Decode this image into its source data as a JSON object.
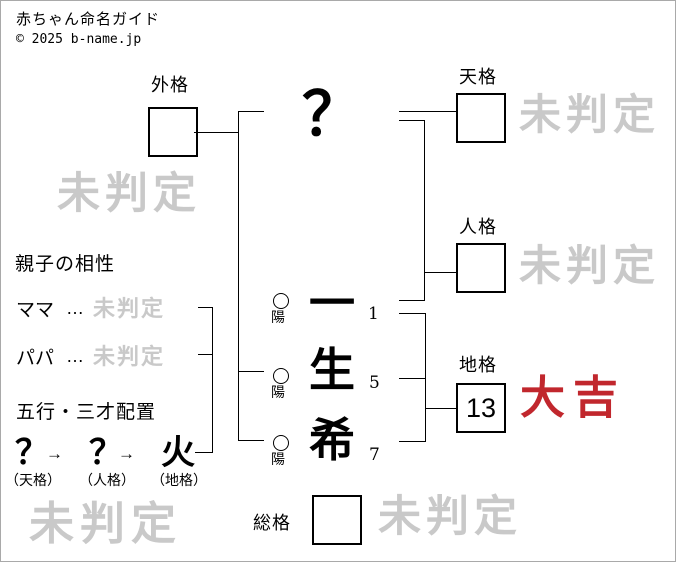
{
  "header": {
    "title": "赤ちゃん命名ガイド",
    "copyright": "© 2025 b-name.jp"
  },
  "surname": {
    "placeholder": "？"
  },
  "name_chars": [
    {
      "char": "一",
      "strokes": "1",
      "yin_yang": "陽"
    },
    {
      "char": "生",
      "strokes": "5",
      "yin_yang": "陽"
    },
    {
      "char": "希",
      "strokes": "7",
      "yin_yang": "陽"
    }
  ],
  "fortunes": {
    "gaikaku": {
      "label": "外格",
      "value": "",
      "result": "未判定"
    },
    "tenkaku": {
      "label": "天格",
      "value": "",
      "result": "未判定"
    },
    "jinkaku": {
      "label": "人格",
      "value": "",
      "result": "未判定"
    },
    "chikaku": {
      "label": "地格",
      "value": "13",
      "result": "大吉"
    },
    "soukaku": {
      "label": "総格",
      "value": "",
      "result": "未判定"
    }
  },
  "compatibility": {
    "title": "親子の相性",
    "rows": [
      {
        "label": "ママ",
        "dots": "…",
        "result": "未判定"
      },
      {
        "label": "パパ",
        "dots": "…",
        "result": "未判定"
      }
    ]
  },
  "gogyou": {
    "title": "五行・三才配置",
    "arrow": "→",
    "elements": [
      {
        "value": "？",
        "label": "（天格）"
      },
      {
        "value": "？",
        "label": "（人格）"
      },
      {
        "value": "火",
        "label": "（地格）"
      }
    ],
    "result": "未判定"
  },
  "icons": {
    "yang_marker": "circle-outline"
  },
  "colors": {
    "result_good": "#c1272d",
    "undetermined_gray": "#c9c9c9",
    "line_black": "#000000"
  }
}
